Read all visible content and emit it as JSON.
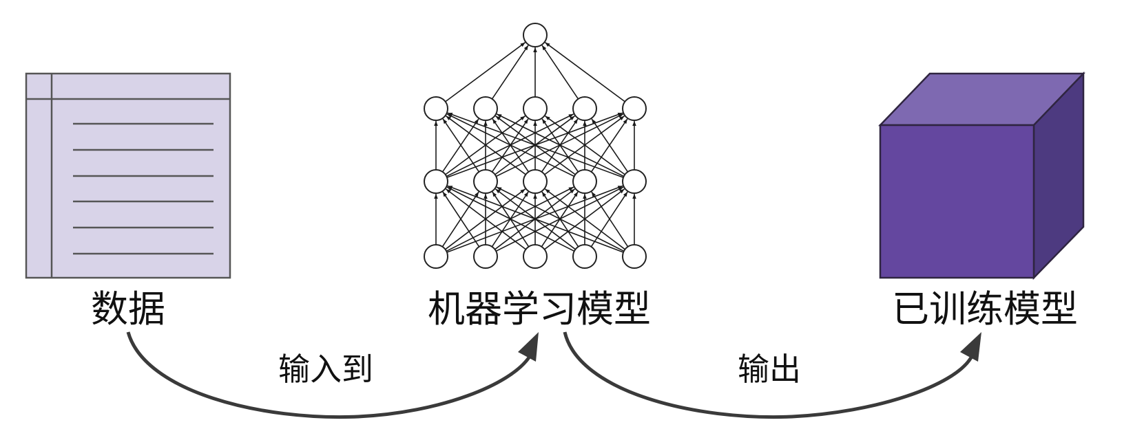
{
  "nodes": {
    "data": {
      "label": "数据",
      "icon": "data-table-icon",
      "fill": "#d8d3e8"
    },
    "model": {
      "label": "机器学习模型",
      "icon": "neural-network-icon",
      "layers": [
        5,
        5,
        5,
        1
      ]
    },
    "trained": {
      "label": "已训练模型",
      "icon": "cube-icon",
      "front": "#64479f",
      "top": "#7e69b1",
      "side": "#4d3a80"
    }
  },
  "edges": {
    "input": {
      "label": "输入到"
    },
    "output": {
      "label": "输出"
    }
  }
}
